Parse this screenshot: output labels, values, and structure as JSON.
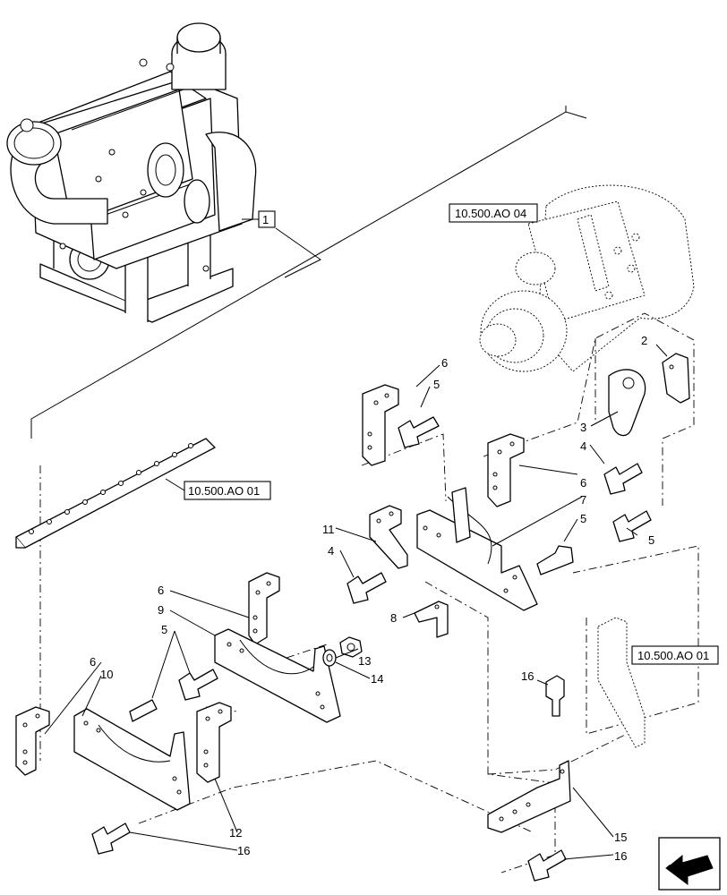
{
  "reference_labels": {
    "ref_top": "10.500.AO 04",
    "ref_left": "10.500.AO 01",
    "ref_right": "10.500.AO 01",
    "engine_callout": "1"
  },
  "part_numbers": {
    "n2": "2",
    "n3": "3",
    "n4a": "4",
    "n4b": "4",
    "n5a": "5",
    "n5b": "5",
    "n5c": "5",
    "n5d": "5",
    "n6a": "6",
    "n6b": "6",
    "n6c": "6",
    "n6d": "6",
    "n7": "7",
    "n8": "8",
    "n9": "9",
    "n10": "10",
    "n11": "11",
    "n12": "12",
    "n13": "13",
    "n14": "14",
    "n15": "15",
    "n16a": "16",
    "n16b": "16",
    "n16c": "16"
  },
  "icons": [
    "engine-assembly-icon",
    "exhaust-treatment-unit-icon",
    "navigation-arrow-icon"
  ]
}
